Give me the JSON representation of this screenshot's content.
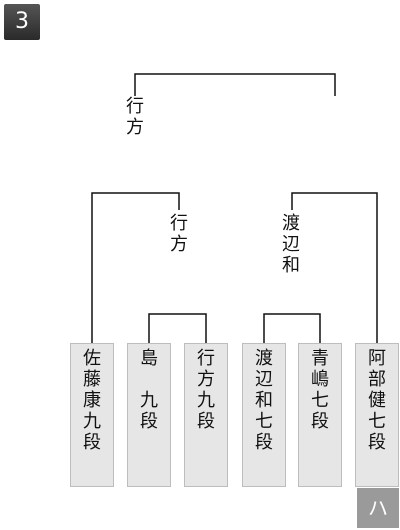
{
  "badge": "3",
  "final": {
    "winner": "行\n方"
  },
  "semifinals": [
    {
      "winner": "行\n方"
    },
    {
      "winner": "渡\n辺\n和"
    }
  ],
  "players": [
    {
      "name": "佐\n藤\n康\n九\n段"
    },
    {
      "name": "島\n\n九\n段"
    },
    {
      "name": "行\n方\n九\n段"
    },
    {
      "name": "渡\n辺\n和\n七\n段"
    },
    {
      "name": "青\n嶋\n七\n段"
    },
    {
      "name": "阿\n部\n健\n七\n段"
    }
  ],
  "seed_mark": "ハ",
  "colors": {
    "line": "#111111",
    "player_box": "#e6e6e6",
    "badge": "#3a3a3a",
    "mark": "#9a9a9a"
  }
}
